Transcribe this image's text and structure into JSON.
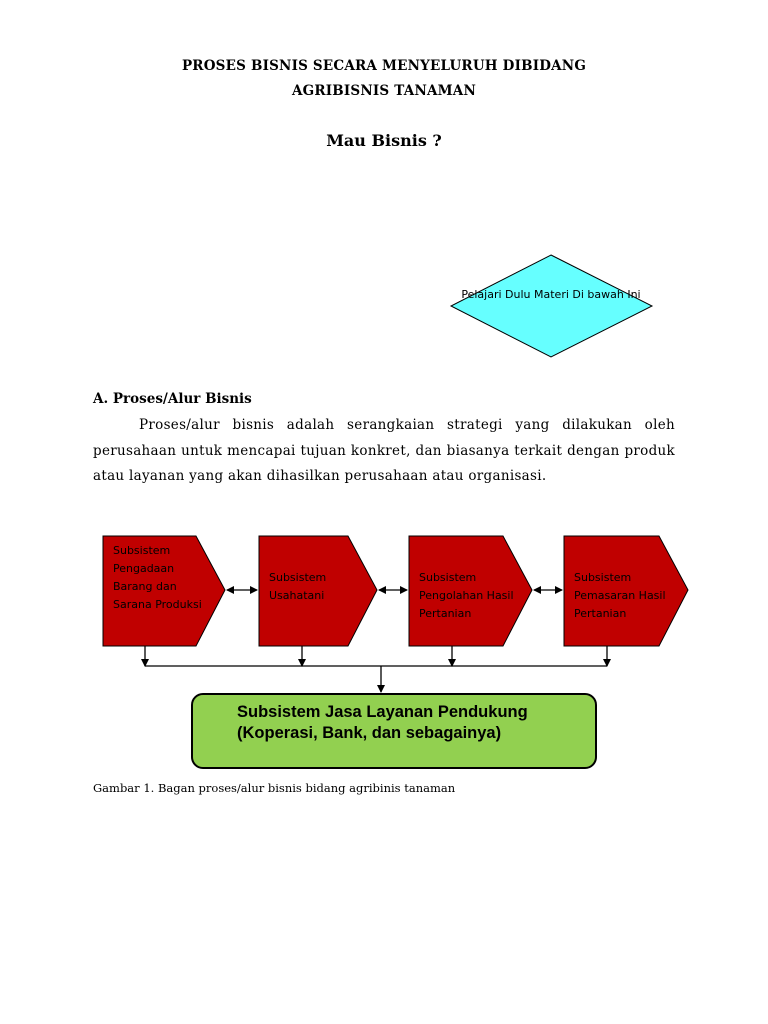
{
  "document": {
    "title_line1": "PROSES BISNIS SECARA MENYELURUH DIBIDANG",
    "title_line2": "AGRIBISNIS TANAMAN",
    "subtitle": "Mau Bisnis ?",
    "section_heading": "A.  Proses/Alur Bisnis",
    "paragraph": "Proses/alur bisnis adalah serangkaian strategi yang dilakukan oleh perusahaan untuk mencapai tujuan konkret, dan biasanya terkait dengan produk atau layanan yang akan dihasilkan perusahaan atau organisasi.",
    "caption": "Gambar 1. Bagan proses/alur bisnis bidang agribinis tanaman"
  },
  "diagram": {
    "diamond_label": "Pelajari Dulu Materi Di bawah Ini",
    "diamond_color": "#66ffff",
    "node_color": "#c00000",
    "support_color": "#92d050",
    "nodes": [
      {
        "lines": [
          "Subsistem",
          "Pengadaan",
          "Barang dan",
          "Sarana Produksi"
        ]
      },
      {
        "lines": [
          "Subsistem",
          "Usahatani"
        ]
      },
      {
        "lines": [
          "Subsistem",
          "Pengolahan Hasil",
          "Pertanian"
        ]
      },
      {
        "lines": [
          "Subsistem",
          "Pemasaran Hasil",
          "Pertanian"
        ]
      }
    ],
    "support": {
      "line1": "Subsistem Jasa Layanan Pendukung",
      "line2": "(Koperasi, Bank, dan sebagainya)"
    }
  }
}
